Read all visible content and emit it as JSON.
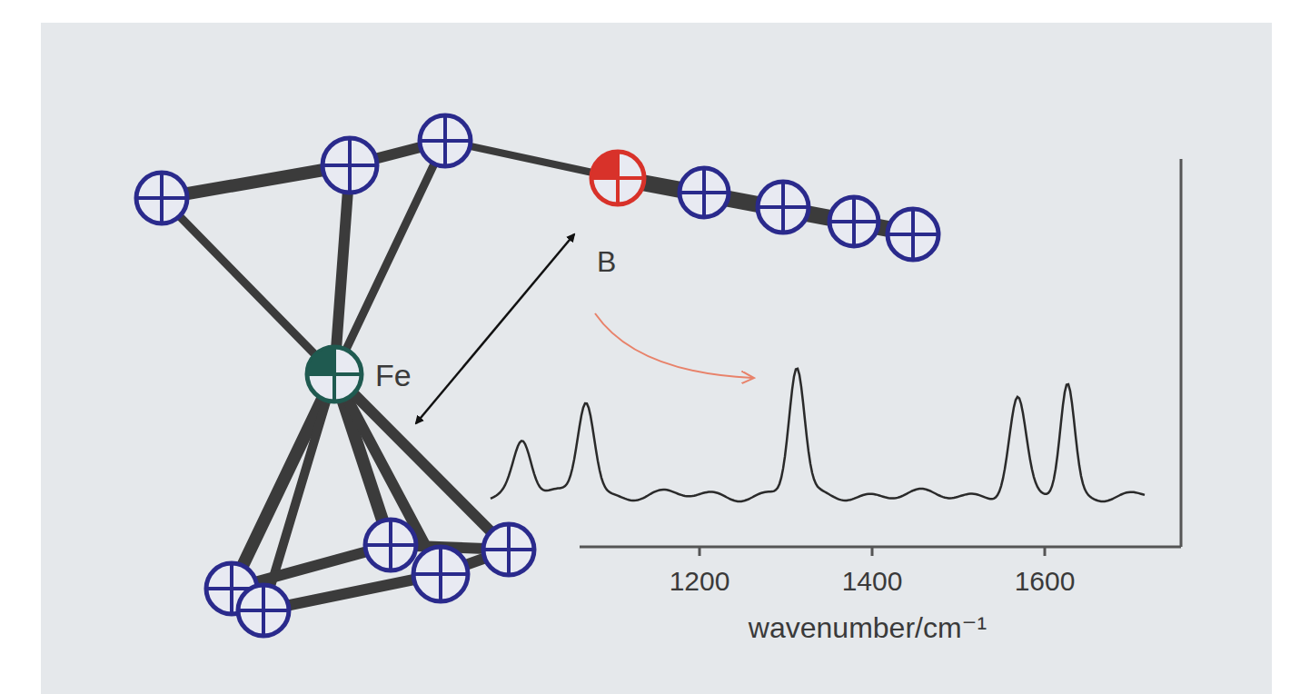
{
  "diagram": {
    "labels": [
      "Fe",
      "B",
      "1200",
      "1400",
      "1600",
      "wavenumber/cm⁻¹"
    ]
  }
}
